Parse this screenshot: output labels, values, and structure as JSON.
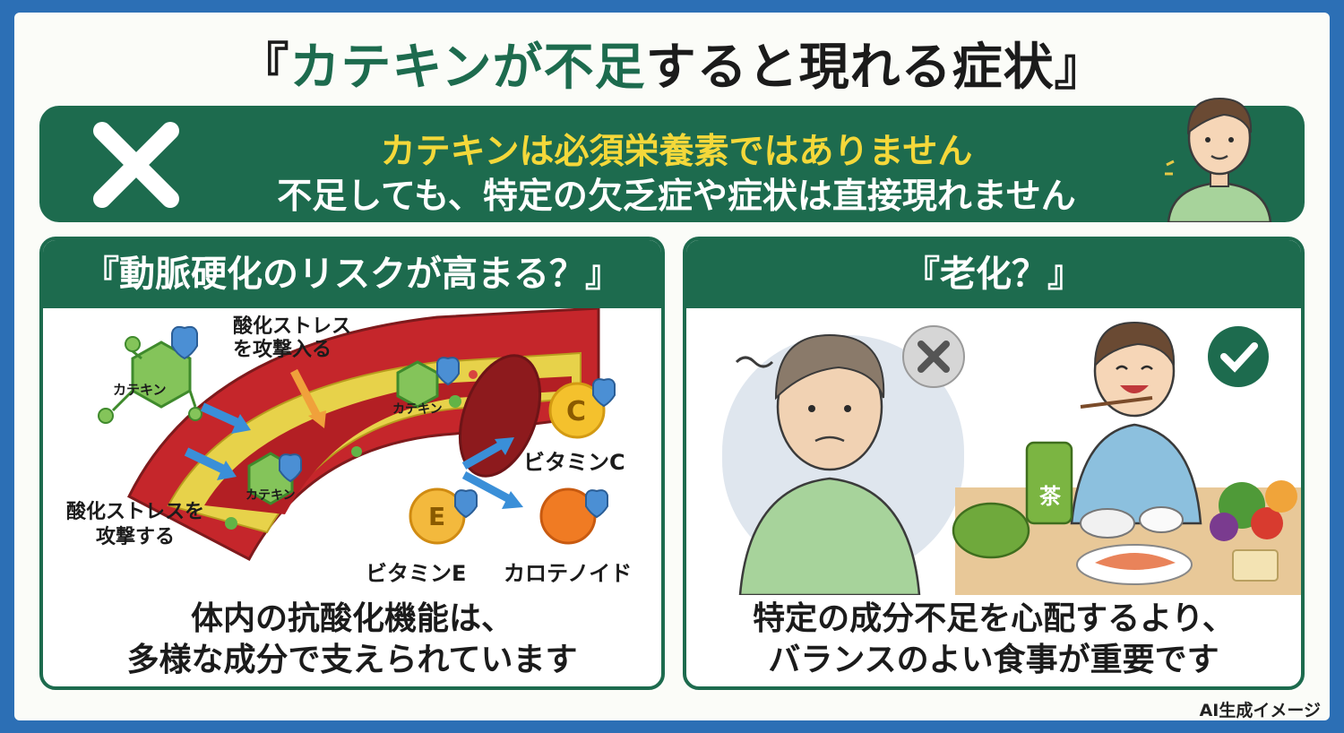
{
  "title": {
    "open": "『",
    "highlight": "カテキンが不足",
    "rest": "すると現れる症状",
    "close": "』"
  },
  "banner": {
    "line1": "カテキンは必須栄養素ではありません",
    "line2": "不足しても、特定の欠乏症や症状は直接現れません"
  },
  "left_panel": {
    "heading": "『動脈硬化のリスクが高まる？』",
    "labels": {
      "catechin1": "カテキン",
      "catechin2": "カテキン",
      "catechin3": "カテキン",
      "stress_top": "酸化ストレス\nを攻撃入る",
      "stress_left": "酸化ストレスを\n攻撃する",
      "vitamin_c_letter": "C",
      "vitamin_c": "ビタミンC",
      "vitamin_e_letter": "E",
      "vitamin_e": "ビタミンE",
      "carotenoid": "カロテノイド"
    },
    "footer_line1": "体内の抗酸化機能は、",
    "footer_line2": "多様な成分で支えられています"
  },
  "right_panel": {
    "heading": "『老化？』",
    "labels": {
      "tea": "茶"
    },
    "footer_line1": "特定の成分不足を心配するより、",
    "footer_line2": "バランスのよい食事が重要です"
  },
  "credit": "AI生成イメージ",
  "colors": {
    "frame": "#2c6fb5",
    "green": "#1d6b4e",
    "yellow": "#f4d83a"
  }
}
